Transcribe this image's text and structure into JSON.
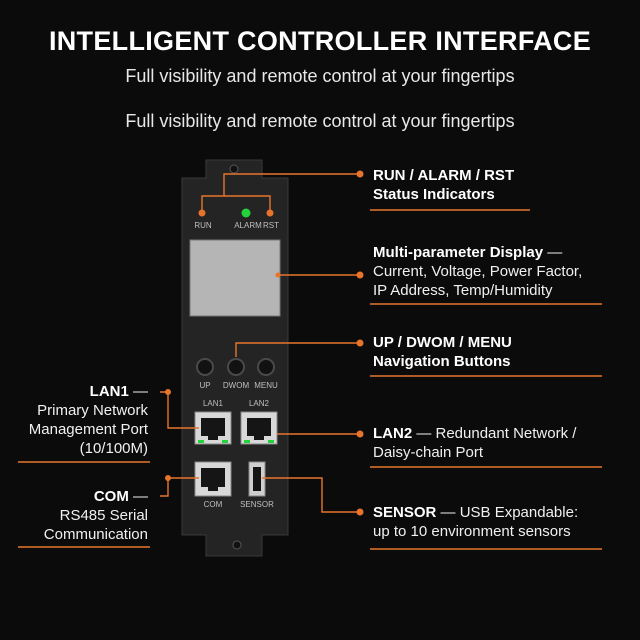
{
  "header": {
    "title": "INTELLIGENT CONTROLLER INTERFACE",
    "subtitle_1": "Full visibility and remote control at your fingertips",
    "subtitle_2": "Full visibility and remote control at your fingertips"
  },
  "panel": {
    "led_labels": [
      "RUN",
      "ALARM",
      "RST"
    ],
    "button_labels": [
      "UP",
      "DWOM",
      "MENU"
    ],
    "lan_labels": [
      "LAN1",
      "LAN2"
    ],
    "bottom_labels": [
      "COM",
      "SENSOR"
    ]
  },
  "callouts": {
    "status": {
      "bold": "RUN / ALARM / RST",
      "line2": "Status Indicators"
    },
    "display": {
      "bold": "Multi-parameter Display",
      "dash": " —",
      "line2": "Current, Voltage, Power Factor,",
      "line3": "IP Address, Temp/Humidity"
    },
    "buttons": {
      "bold": "UP / DWOM / MENU",
      "line2": "Navigation Buttons"
    },
    "lan2": {
      "bold": "LAN2",
      "rest": " — Redundant Network /",
      "line2": "Daisy-chain Port"
    },
    "sensor": {
      "bold": "SENSOR",
      "rest": " — USB Expandable:",
      "line2": "up to 10 environment sensors"
    },
    "lan1": {
      "bold": "LAN1",
      "dash": " —",
      "line2": "Primary Network",
      "line3": "Management Port",
      "line4": "(10/100M)"
    },
    "com": {
      "bold": "COM",
      "dash": " —",
      "line2": "RS485 Serial",
      "line3": "Communication"
    }
  },
  "colors": {
    "accent": "#e8742c",
    "led_green": "#22d43a",
    "panel": "#242424",
    "background": "#0b0b0b"
  }
}
